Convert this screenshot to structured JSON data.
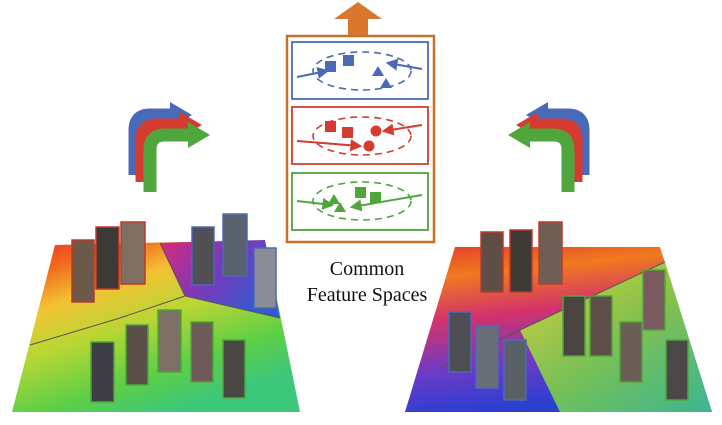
{
  "caption": {
    "line1": "Common",
    "line2": "Feature Spaces"
  },
  "colors": {
    "orange": "#c8702a",
    "blue": "#4a6ab8",
    "red": "#d63b2f",
    "green": "#4fa63c"
  },
  "feature_spaces": [
    {
      "name": "blue-space",
      "color": "#4a6ab8",
      "shapes": [
        "square",
        "square",
        "triangle",
        "triangle"
      ]
    },
    {
      "name": "red-space",
      "color": "#d63b2f",
      "shapes": [
        "square",
        "square",
        "circle",
        "circle"
      ]
    },
    {
      "name": "green-space",
      "color": "#4fa63c",
      "shapes": [
        "triangle",
        "triangle",
        "square",
        "square"
      ]
    }
  ],
  "icons": {
    "up_arrow": "orange-up-arrow-icon",
    "left_curved_arrows": "rgb-curved-arrows-icon",
    "right_curved_arrows": "rgb-curved-arrows-icon"
  }
}
